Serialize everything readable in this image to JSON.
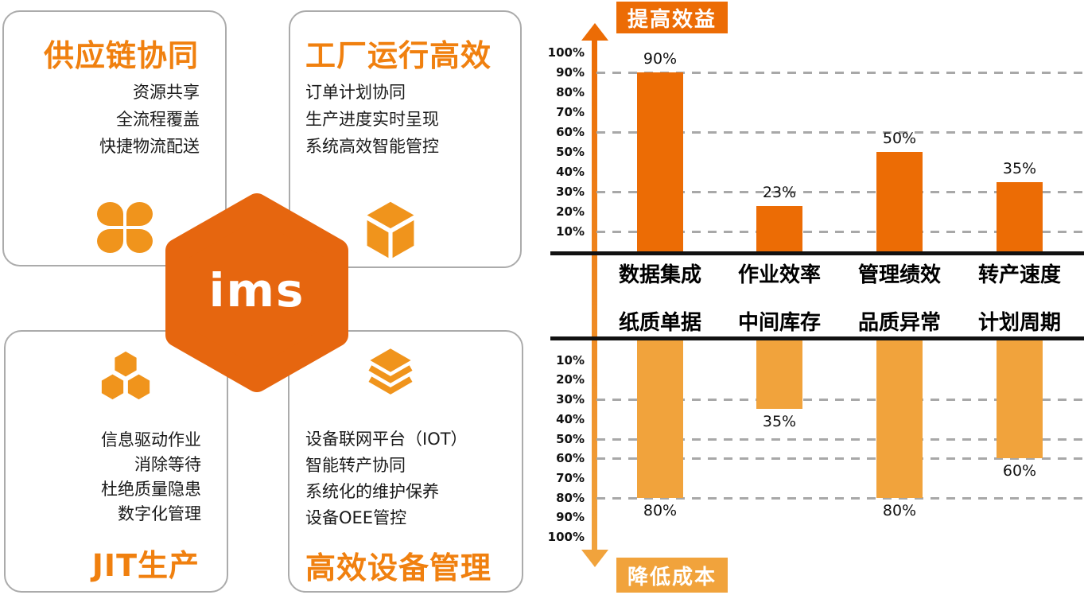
{
  "colors": {
    "primary_orange": "#ec6c05",
    "secondary_orange": "#f1a33c",
    "logo_orange": "#e6660f",
    "icon_orange": "#f0941c",
    "title_orange": "#f0800f",
    "card_border_gray": "#ababab",
    "grid_gray": "#a8a8a8",
    "axis_black": "#111111"
  },
  "logo": {
    "text": "ims"
  },
  "cards": [
    {
      "title": "供应链协同",
      "items": [
        "资源共享",
        "全流程覆盖",
        "快捷物流配送"
      ],
      "icon": "clover-icon"
    },
    {
      "title": "工厂运行高效",
      "items": [
        "订单计划协同",
        "生产进度实时呈现",
        "系统高效智能管控"
      ],
      "icon": "cube-icon"
    },
    {
      "title": "JIT生产",
      "items": [
        "信息驱动作业",
        "消除等待",
        "杜绝质量隐患",
        "数字化管理"
      ],
      "icon": "honeycomb-icon"
    },
    {
      "title": "高效设备管理",
      "items": [
        "设备联网平台（IOT）",
        "智能转产协同",
        "系统化的维护保养",
        "设备OEE管控"
      ],
      "icon": "layers-icon"
    }
  ],
  "chart_data": {
    "type": "bar",
    "axis_top_label": "提高效益",
    "axis_bottom_label": "降低成本",
    "unit": "%",
    "upper": {
      "direction": "up",
      "categories": [
        "数据集成",
        "作业效率",
        "管理绩效",
        "转产速度"
      ],
      "values": [
        90,
        23,
        50,
        35
      ],
      "value_labels": [
        "90%",
        "23%",
        "50%",
        "35%"
      ],
      "ticks": [
        100,
        90,
        80,
        70,
        60,
        50,
        40,
        30,
        20,
        10
      ],
      "gridlines": [
        90,
        60,
        30,
        10
      ],
      "ylim": [
        0,
        100
      ]
    },
    "lower": {
      "direction": "down",
      "categories": [
        "纸质单据",
        "中间库存",
        "品质异常",
        "计划周期"
      ],
      "values": [
        80,
        35,
        80,
        60
      ],
      "value_labels": [
        "80%",
        "35%",
        "80%",
        "60%"
      ],
      "ticks": [
        10,
        20,
        30,
        40,
        50,
        60,
        70,
        80,
        90,
        100
      ],
      "gridlines": [
        30,
        50,
        60,
        80
      ],
      "ylim": [
        0,
        100
      ]
    }
  }
}
